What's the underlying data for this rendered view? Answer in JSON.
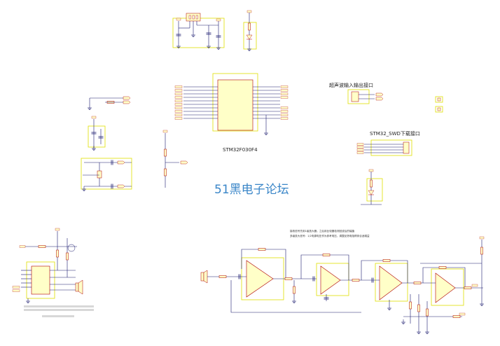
{
  "colors": {
    "wire": "#1a1a6e",
    "component_fill": "#ffffc8",
    "component_outline": "#b00000",
    "guide_box": "#e0e000",
    "pin_text": "#333333",
    "watermark": "#3a86c8"
  },
  "labels": {
    "mcu_part": "STM32F030F4",
    "ultrasonic_io_title": "超声波输入输出接口",
    "swd_title": "STM32_SWD下载接口",
    "watermark": "51黑电子论坛",
    "amp_note_line1": "接收信号先用1级放大器，之后用比较器检测回波后的幅值",
    "amp_note_line2": "多级放大信号：1/2电源电压作为参考电压，调整反馈电阻得到合适增益"
  }
}
